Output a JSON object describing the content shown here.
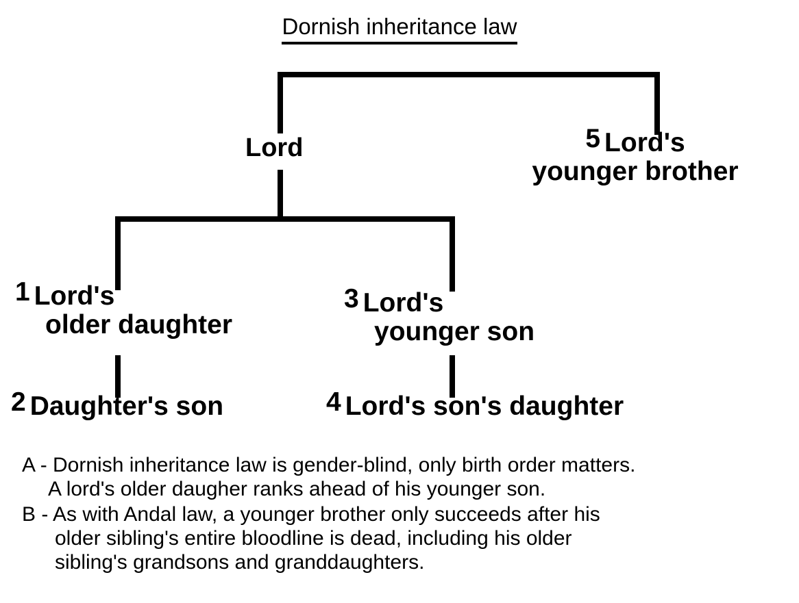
{
  "title": "Dornish inheritance law",
  "tree": {
    "nodes": [
      {
        "id": "lord",
        "number": "",
        "line1": "Lord",
        "line2": ""
      },
      {
        "id": "brother",
        "number": "5",
        "line1": "Lord's",
        "line2": "younger brother"
      },
      {
        "id": "older-daughter",
        "number": "1",
        "line1": "Lord's",
        "line2": "older daughter"
      },
      {
        "id": "younger-son",
        "number": "3",
        "line1": "Lord's",
        "line2": "younger son"
      },
      {
        "id": "daughters-son",
        "number": "2",
        "line1": "Daughter's son",
        "line2": ""
      },
      {
        "id": "sons-daughter",
        "number": "4",
        "line1": "Lord's son's daughter",
        "line2": ""
      }
    ]
  },
  "notes": [
    {
      "label": "A - ",
      "line1": "Dornish inheritance law is gender-blind, only birth order matters.",
      "line2": "A lord's older daugher ranks ahead of his younger son.",
      "line3": ""
    },
    {
      "label": "B - ",
      "line1": "As with Andal law, a younger brother only succeeds after his",
      "line2": "older sibling's entire bloodline is dead, including his older",
      "line3": "sibling's grandsons and granddaughters."
    }
  ],
  "colors": {
    "background": "#ffffff",
    "ink": "#000000"
  }
}
